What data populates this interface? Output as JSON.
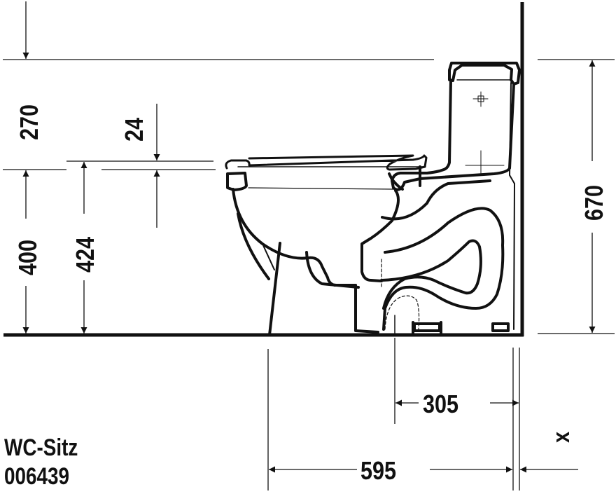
{
  "drawing": {
    "type": "technical-side-view",
    "subject": "one-piece toilet with tank, side elevation",
    "line_color": "#111111",
    "background": "#ffffff"
  },
  "dimensions": {
    "top_clearance": "270",
    "seat_thickness": "24",
    "bowl_rim_height": "400",
    "seat_height": "424",
    "total_height": "670",
    "outlet_to_wall": "305",
    "total_depth": "595",
    "wall_gap": "x"
  },
  "label": {
    "title": "WC-Sitz",
    "article_number": "006439"
  }
}
